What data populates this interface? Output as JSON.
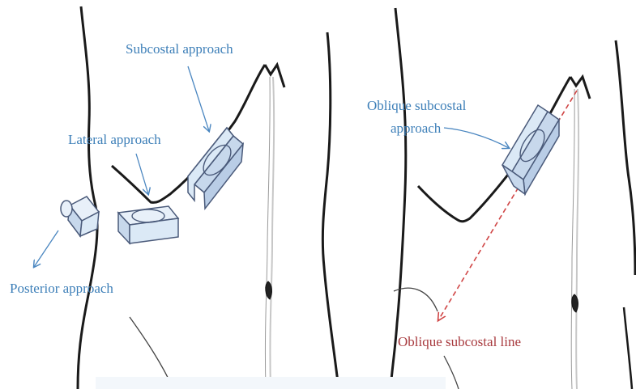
{
  "labels": {
    "subcostal": "Subcostal approach",
    "lateral": "Lateral approach",
    "posterior": "Posterior approach",
    "oblique_subcostal_line1": "Oblique subcostal",
    "oblique_subcostal_line2": "approach",
    "oblique_subcostal_line": "Oblique subcostal line"
  },
  "colors": {
    "label_blue": "#3d7fb8",
    "label_red": "#a83a3e",
    "probe_fill": "#dbe9f6",
    "probe_edge": "#4a5a7a",
    "body_outline": "#1a1a1a",
    "arrow": "#4a86c0",
    "dashed_line": "#d04545"
  }
}
